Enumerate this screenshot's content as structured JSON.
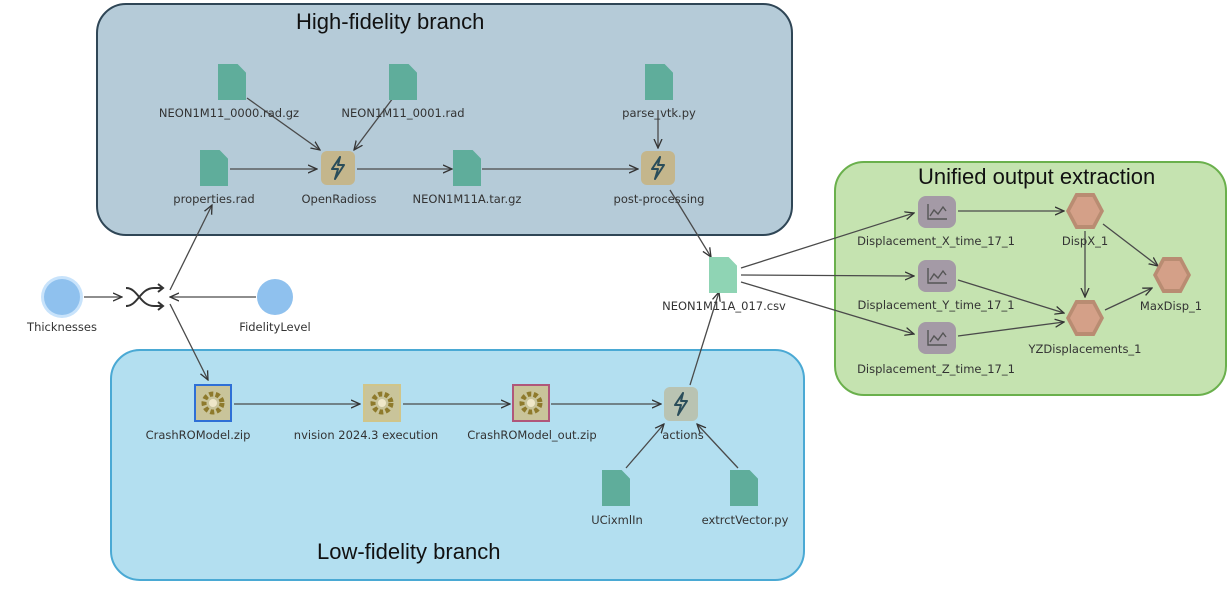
{
  "panels": {
    "high_fidelity": "High-fidelity branch",
    "low_fidelity": "Low-fidelity branch",
    "unified_output": "Unified output extraction"
  },
  "nodes": {
    "rad_gz": "NEON1M11_0000.rad.gz",
    "rad_0001": "NEON1M11_0001.rad",
    "parse_vtk": "parse_vtk.py",
    "properties": "properties.rad",
    "openradioss": "OpenRadioss",
    "tar_gz": "NEON1M11A.tar.gz",
    "post_processing": "post-processing",
    "csv": "NEON1M11A_017.csv",
    "thicknesses": "Thicknesses",
    "fidelity_level": "FidelityLevel",
    "crashrom_zip": "CrashROModel.zip",
    "nvision": "nvision 2024.3 execution",
    "crashrom_out": "CrashROModel_out.zip",
    "actions": "actions",
    "ucixmlin": "UCixmlIn",
    "extract_vector": "extrctVector.py",
    "disp_x": "Displacement_X_time_17_1",
    "disp_y": "Displacement_Y_time_17_1",
    "disp_z": "Displacement_Z_time_17_1",
    "dispx": "DispX_1",
    "yz_disp": "YZDisplacements_1",
    "max_disp": "MaxDisp_1"
  },
  "colors": {
    "hf_panel": "#b5cbd8",
    "lf_panel": "#b3dff0",
    "uo_panel": "#c5e3b0",
    "file": "#5fad9b",
    "process": "#c4b68c",
    "input": "#8fc1ee",
    "plot": "#a49aa6",
    "metric": "#b98c72"
  },
  "icons": {
    "file": "document-icon",
    "process": "lightning-icon",
    "tool": "gear-icon",
    "switch": "switch-icon",
    "plot": "chart-icon",
    "metric": "hexagon-icon",
    "input": "circle-input-icon"
  }
}
